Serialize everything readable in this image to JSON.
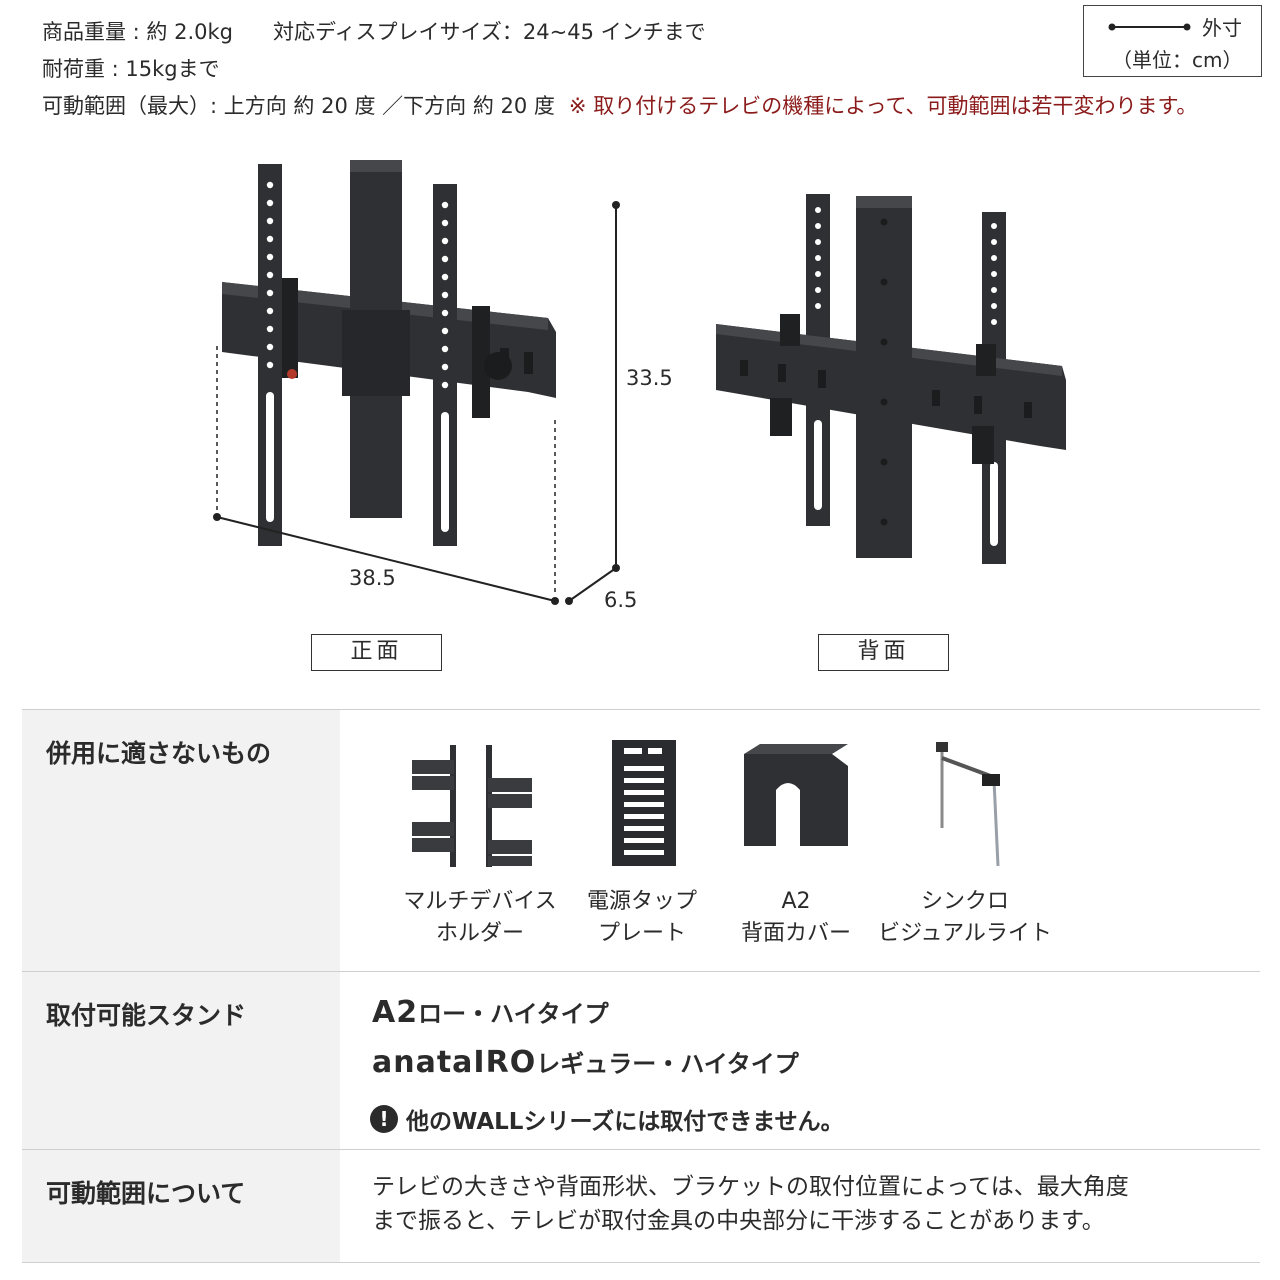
{
  "specs": {
    "weight": "商品重量 : 約 2.0kg",
    "display_size": "対応ディスプレイサイズ：24~45 インチまで",
    "load": "耐荷重 : 15kgまで",
    "tilt_range": "可動範囲（最大）: 上方向 約 20 度 ／下方向 約 20 度",
    "tilt_note": "※ 取り付けるテレビの機種によって、可動範囲は若干変わります。"
  },
  "legend": {
    "outer": "外寸",
    "unit": "（単位：cm）"
  },
  "figure": {
    "height": "33.5",
    "width": "38.5",
    "depth": "6.5",
    "front_caption": "正面",
    "back_caption": "背面"
  },
  "incompatible": {
    "heading": "併用に適さないもの",
    "items": [
      {
        "line1": "マルチデバイス",
        "line2": "ホルダー"
      },
      {
        "line1": "電源タップ",
        "line2": "プレート"
      },
      {
        "line1": "A2",
        "line2": "背面カバー"
      },
      {
        "line1": "シンクロ",
        "line2": "ビジュアルライト"
      }
    ]
  },
  "stands": {
    "heading": "取付可能スタンド",
    "line1_brand": "A2",
    "line1_type": "ロー・ハイタイプ",
    "line2_brand": "anataIRO",
    "line2_type": "レギュラー・ハイタイプ",
    "warning": "他のWALLシリーズには取付できません。"
  },
  "about": {
    "heading": "可動範囲について",
    "line1": "テレビの大きさや背面形状、ブラケットの取付位置によっては、最大角度",
    "line2": "まで振ると、テレビが取付金具の中央部分に干渉することがあります。"
  },
  "colors": {
    "metal": "#2f3033",
    "note_red": "#8b1a1a",
    "header_bg": "#f2f2f2"
  }
}
